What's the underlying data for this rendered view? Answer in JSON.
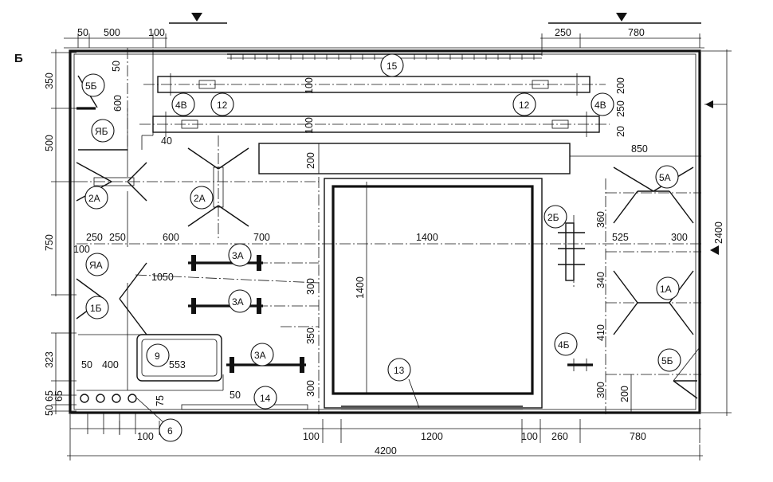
{
  "section_letter": "Б",
  "dims_top": [
    "50",
    "500",
    "100",
    "250",
    "780"
  ],
  "dims_left": [
    "350",
    "500",
    "600",
    "750",
    "323",
    "65",
    "65",
    "50"
  ],
  "dims_right": [
    "2400"
  ],
  "dims_bottom": [
    "100",
    "1200",
    "100",
    "260",
    "780",
    "100",
    "4200"
  ],
  "dims_inner": {
    "d50a": "50",
    "d100a": "100",
    "d100b": "100",
    "d40": "40",
    "d200a": "200",
    "d250a": "250",
    "d20": "20",
    "d850": "850",
    "d200b": "200",
    "d360": "360",
    "d525": "525",
    "d300a": "300",
    "d250b": "250",
    "d250c": "250",
    "d100c": "100",
    "d600": "600",
    "d700": "700",
    "d1400h": "1400",
    "d1050": "1050",
    "d340": "340",
    "d1400v": "1400",
    "d300b": "300",
    "d350": "350",
    "d410": "410",
    "d50b": "50",
    "d400": "400",
    "d553": "553",
    "d300c": "300",
    "d300d": "300",
    "d200c": "200",
    "d50c": "50",
    "d75": "75"
  },
  "labels": {
    "l15": "15",
    "l4Va": "4В",
    "l12a": "12",
    "l12b": "12",
    "l4Vb": "4В",
    "l5Ba": "5Б",
    "lYaB": "ЯБ",
    "l2Aa": "2А",
    "l2Ab": "2А",
    "l5A": "5А",
    "l2B": "2Б",
    "lYaA": "ЯА",
    "l3Aa": "3А",
    "l1A": "1А",
    "l1B": "1Б",
    "l3Ab": "3А",
    "l4B": "4Б",
    "l9": "9",
    "l3Ac": "3А",
    "l5Bb": "5Б",
    "l13": "13",
    "l14": "14",
    "l6": "6"
  }
}
